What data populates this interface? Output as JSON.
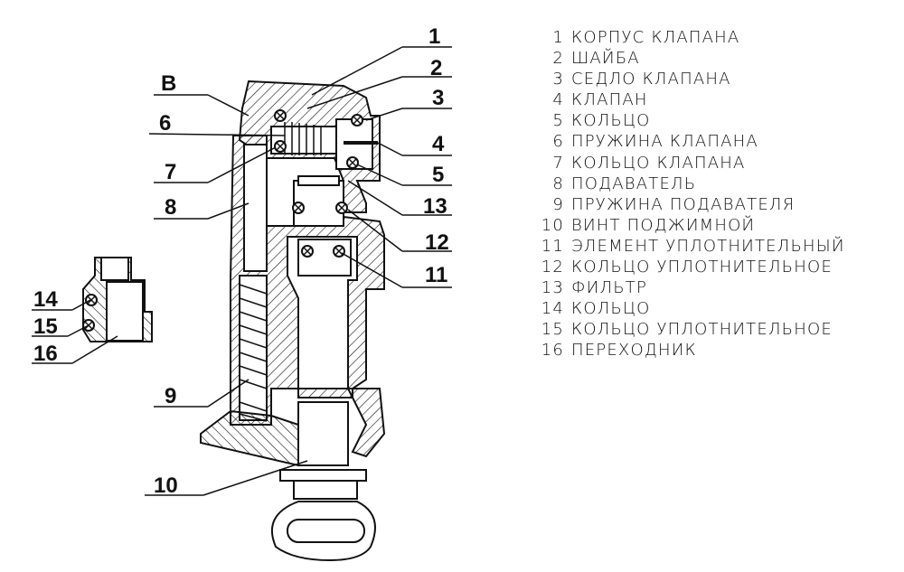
{
  "colors": {
    "ink": "#111111",
    "background": "#ffffff"
  },
  "callouts": {
    "c1": "1",
    "c2": "2",
    "c3": "3",
    "c4": "4",
    "c5": "5",
    "c6": "6",
    "c7": "7",
    "c8": "8",
    "c9": "9",
    "c10": "10",
    "c11": "11",
    "c12": "12",
    "c13": "13",
    "c14": "14",
    "c15": "15",
    "c16": "16",
    "cB": "В"
  },
  "legend": [
    {
      "num": "1",
      "label": "КОРПУС КЛАПАНА"
    },
    {
      "num": "2",
      "label": "ШАЙБА"
    },
    {
      "num": "3",
      "label": "СЕДЛО КЛАПАНА"
    },
    {
      "num": "4",
      "label": "КЛАПАН"
    },
    {
      "num": "5",
      "label": "КОЛЬЦО"
    },
    {
      "num": "6",
      "label": "ПРУЖИНА КЛАПАНА"
    },
    {
      "num": "7",
      "label": "КОЛЬЦО КЛАПАНА"
    },
    {
      "num": "8",
      "label": "ПОДАВАТЕЛЬ"
    },
    {
      "num": "9",
      "label": "ПРУЖИНА ПОДАВАТЕЛЯ"
    },
    {
      "num": "10",
      "label": "ВИНТ ПОДЖИМНОЙ"
    },
    {
      "num": "11",
      "label": "ЭЛЕМЕНТ УПЛОТНИТЕЛЬНЫЙ"
    },
    {
      "num": "12",
      "label": "КОЛЬЦО УПЛОТНИТЕЛЬНОЕ"
    },
    {
      "num": "13",
      "label": "ФИЛЬТР"
    },
    {
      "num": "14",
      "label": "КОЛЬЦО"
    },
    {
      "num": "15",
      "label": "КОЛЬЦО УПЛОТНИТЕЛЬНОЕ"
    },
    {
      "num": "16",
      "label": "ПЕРЕХОДНИК"
    }
  ]
}
